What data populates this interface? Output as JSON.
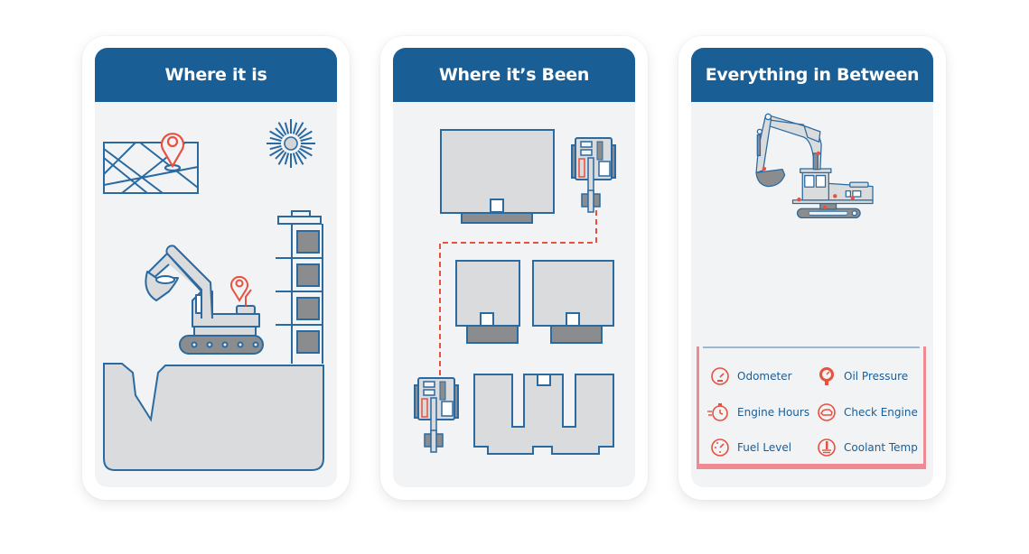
{
  "colors": {
    "header_blue": "#1a5e96",
    "line_blue": "#2a6aa0",
    "accent_red": "#e8503f",
    "fill_light_gray": "#dadbdd",
    "fill_dark_gray": "#8b8c8e",
    "panel_bg": "#f1f3f5"
  },
  "cards": [
    {
      "title": "Where it is",
      "icons": [
        "map-icon",
        "location-pin-icon",
        "sun-icon",
        "excavator-icon",
        "building-icon",
        "ground-pit-icon"
      ]
    },
    {
      "title": "Where it’s Been",
      "icons": [
        "building-top-view-icon",
        "excavator-top-view-icon",
        "dashed-route-line"
      ]
    },
    {
      "title": "Everything in Between",
      "icons": [
        "excavator-sensors-icon"
      ],
      "metrics": [
        {
          "label": "Odometer",
          "icon": "odometer-icon"
        },
        {
          "label": "Oil Pressure",
          "icon": "oil-pressure-icon"
        },
        {
          "label": "Engine Hours",
          "icon": "engine-hours-icon"
        },
        {
          "label": "Check Engine",
          "icon": "check-engine-icon"
        },
        {
          "label": "Fuel Level",
          "icon": "fuel-level-icon"
        },
        {
          "label": "Coolant Temp",
          "icon": "coolant-temp-icon"
        }
      ]
    }
  ]
}
